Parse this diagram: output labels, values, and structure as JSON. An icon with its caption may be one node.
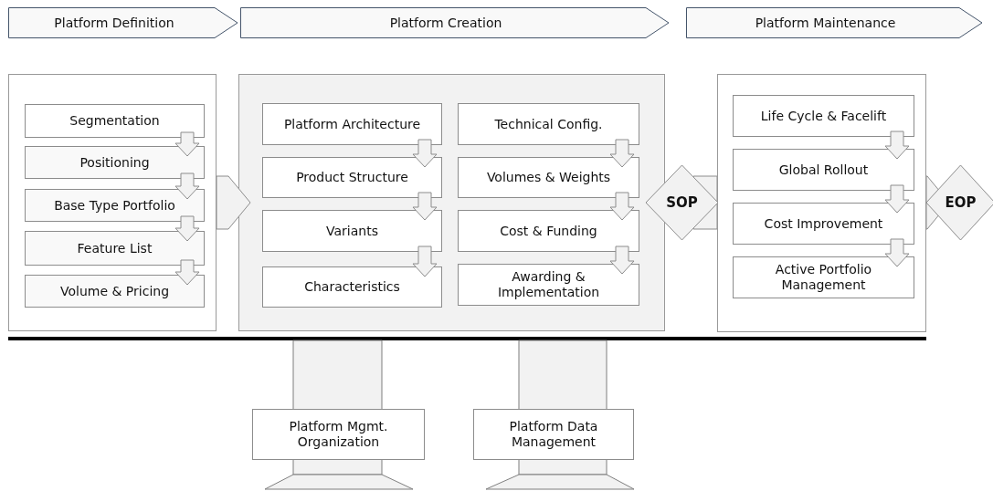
{
  "diagram": {
    "nodes": [
      {
        "text": [
          "Platform Definition"
        ]
      },
      {
        "text": [
          "Platform Creation"
        ]
      },
      {
        "text": [
          "Platform Maintenance"
        ]
      },
      {
        "text": [],
        "shape": "box"
      },
      {
        "text": [
          "Segmentation"
        ],
        "in": 3
      },
      {
        "text": [
          "Positioning"
        ],
        "in": 3
      },
      {
        "text": [
          "Base Type Portfolio"
        ],
        "in": 3
      },
      {
        "text": [
          "Feature List"
        ],
        "in": 3
      },
      {
        "text": [
          "Volume & Pricing"
        ],
        "in": 3
      },
      {
        "text": [],
        "shape": "box"
      },
      {
        "text": [
          "Platform Architecture"
        ],
        "in": 9
      },
      {
        "text": [
          "Product Structure"
        ],
        "in": 9
      },
      {
        "text": [
          "Variants"
        ],
        "in": 9
      },
      {
        "text": [
          "Characteristics"
        ],
        "in": 9
      },
      {
        "text": [
          "Technical Config."
        ],
        "in": 9
      },
      {
        "text": [
          "Volumes & Weights"
        ],
        "in": 9
      },
      {
        "text": [
          "Cost & Funding"
        ],
        "in": 9
      },
      {
        "text": [
          "Awarding & Implementation"
        ],
        "in": 9
      },
      {
        "text": [
          "SOP"
        ]
      },
      {
        "text": [],
        "shape": "box"
      },
      {
        "text": [
          "Life Cycle & Facelift"
        ],
        "in": 19
      },
      {
        "text": [
          "Global Rollout"
        ],
        "in": 19
      },
      {
        "text": [
          "Cost Improvement"
        ],
        "in": 19
      },
      {
        "text": [
          "Active Portfolio Management"
        ],
        "in": 19
      },
      {
        "text": [
          "EOP"
        ]
      },
      {
        "text": [
          "Platform Mgmt. Organization"
        ]
      },
      {
        "text": [
          "Platform Data Management"
        ]
      }
    ],
    "edges": [
      {
        "from": 4,
        "to": 5,
        "arrow": "to",
        "style": "thick"
      },
      {
        "from": 5,
        "to": 6,
        "arrow": "to",
        "style": "thick"
      },
      {
        "from": 6,
        "to": 7,
        "arrow": "to",
        "style": "thick"
      },
      {
        "from": 7,
        "to": 8,
        "arrow": "to",
        "style": "thick"
      },
      {
        "from": 3,
        "to": 9,
        "arrow": "to",
        "style": "thick"
      },
      {
        "from": 10,
        "to": 11,
        "arrow": "to",
        "style": "thick"
      },
      {
        "from": 11,
        "to": 12,
        "arrow": "to",
        "style": "thick"
      },
      {
        "from": 12,
        "to": 13,
        "arrow": "to",
        "style": "thick"
      },
      {
        "from": 14,
        "to": 15,
        "arrow": "to",
        "style": "thick"
      },
      {
        "from": 15,
        "to": 16,
        "arrow": "to",
        "style": "thick"
      },
      {
        "from": 16,
        "to": 17,
        "arrow": "to",
        "style": "thick"
      },
      {
        "from": 18,
        "to": 19,
        "arrow": "none",
        "style": "thick"
      },
      {
        "from": 20,
        "to": 21,
        "arrow": "to",
        "style": "thick"
      },
      {
        "from": 21,
        "to": 22,
        "arrow": "to",
        "style": "thick"
      },
      {
        "from": 22,
        "to": 23,
        "arrow": "to",
        "style": "thick"
      },
      {
        "from": 19,
        "to": 24,
        "arrow": "to",
        "style": "thick"
      }
    ]
  }
}
